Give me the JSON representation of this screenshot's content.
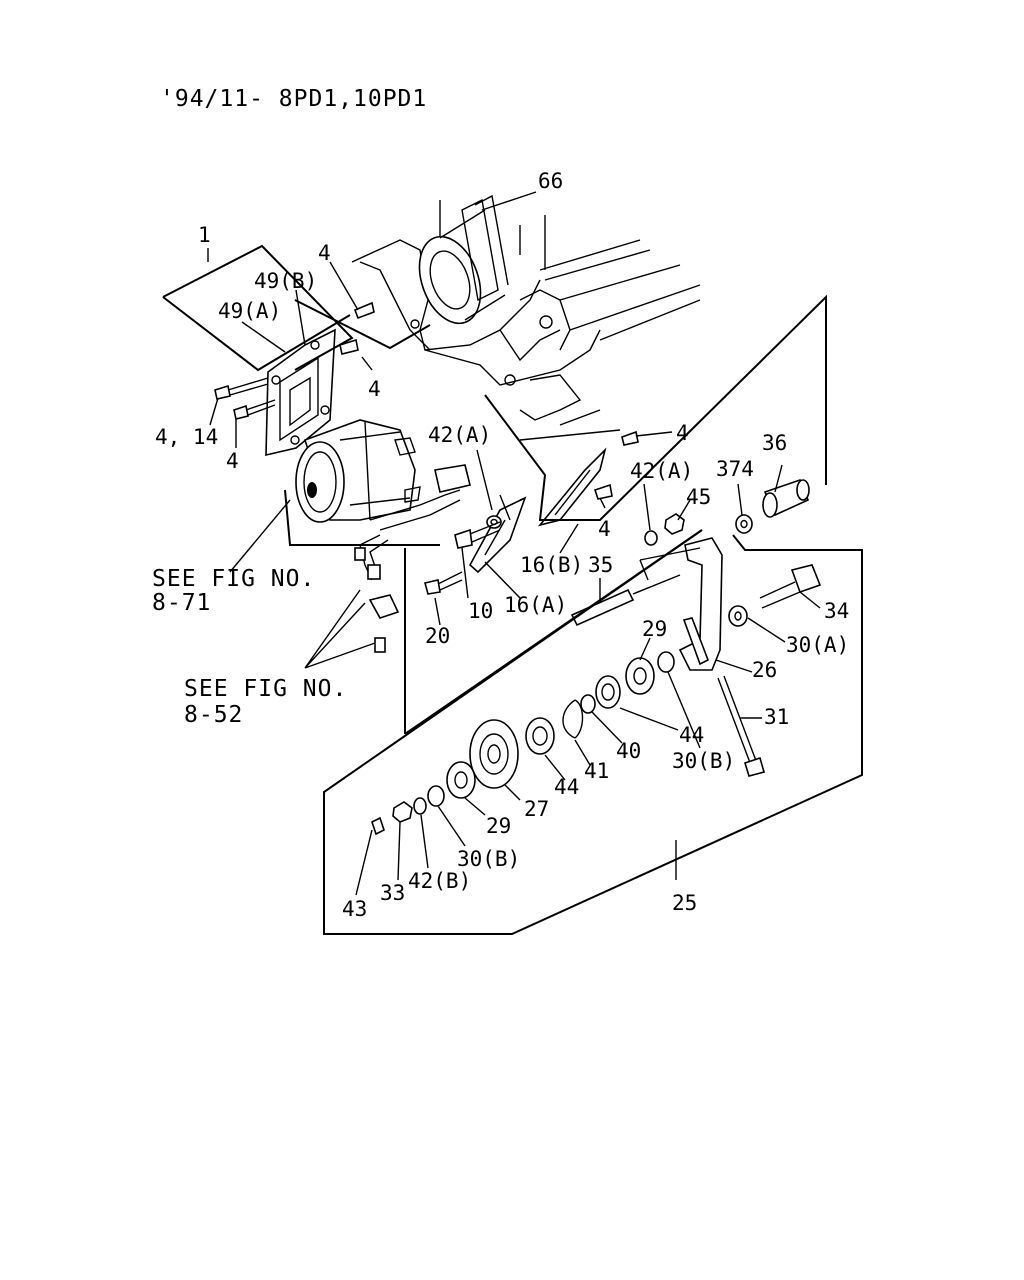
{
  "header": {
    "title": "'94/11- 8PD1,10PD1"
  },
  "references": {
    "ref_8_71_line1": "SEE FIG NO.",
    "ref_8_71_line2": "8-71",
    "ref_8_52_line1": "SEE FIG NO.",
    "ref_8_52_line2": "8-52"
  },
  "callouts": {
    "c1": "1",
    "c66": "66",
    "c4_a": "4",
    "c49b": "49(B)",
    "c49a": "49(A)",
    "c4_b": "4",
    "c4_14": "4, 14",
    "c4_c": "4",
    "c42a_1": "42(A)",
    "c4_d": "4",
    "c36": "36",
    "c374": "374",
    "c42a_2": "42(A)",
    "c45": "45",
    "c4_e": "4",
    "c16b": "16(B)",
    "c35": "35",
    "c10": "10",
    "c16a": "16(A)",
    "c20": "20",
    "c34": "34",
    "c29_a": "29",
    "c30a": "30(A)",
    "c26": "26",
    "c31": "31",
    "c44_a": "44",
    "c40": "40",
    "c30b_a": "30(B)",
    "c41": "41",
    "c44_b": "44",
    "c27": "27",
    "c29_b": "29",
    "c30b_b": "30(B)",
    "c42b": "42(B)",
    "c33": "33",
    "c43": "43",
    "c25": "25"
  }
}
